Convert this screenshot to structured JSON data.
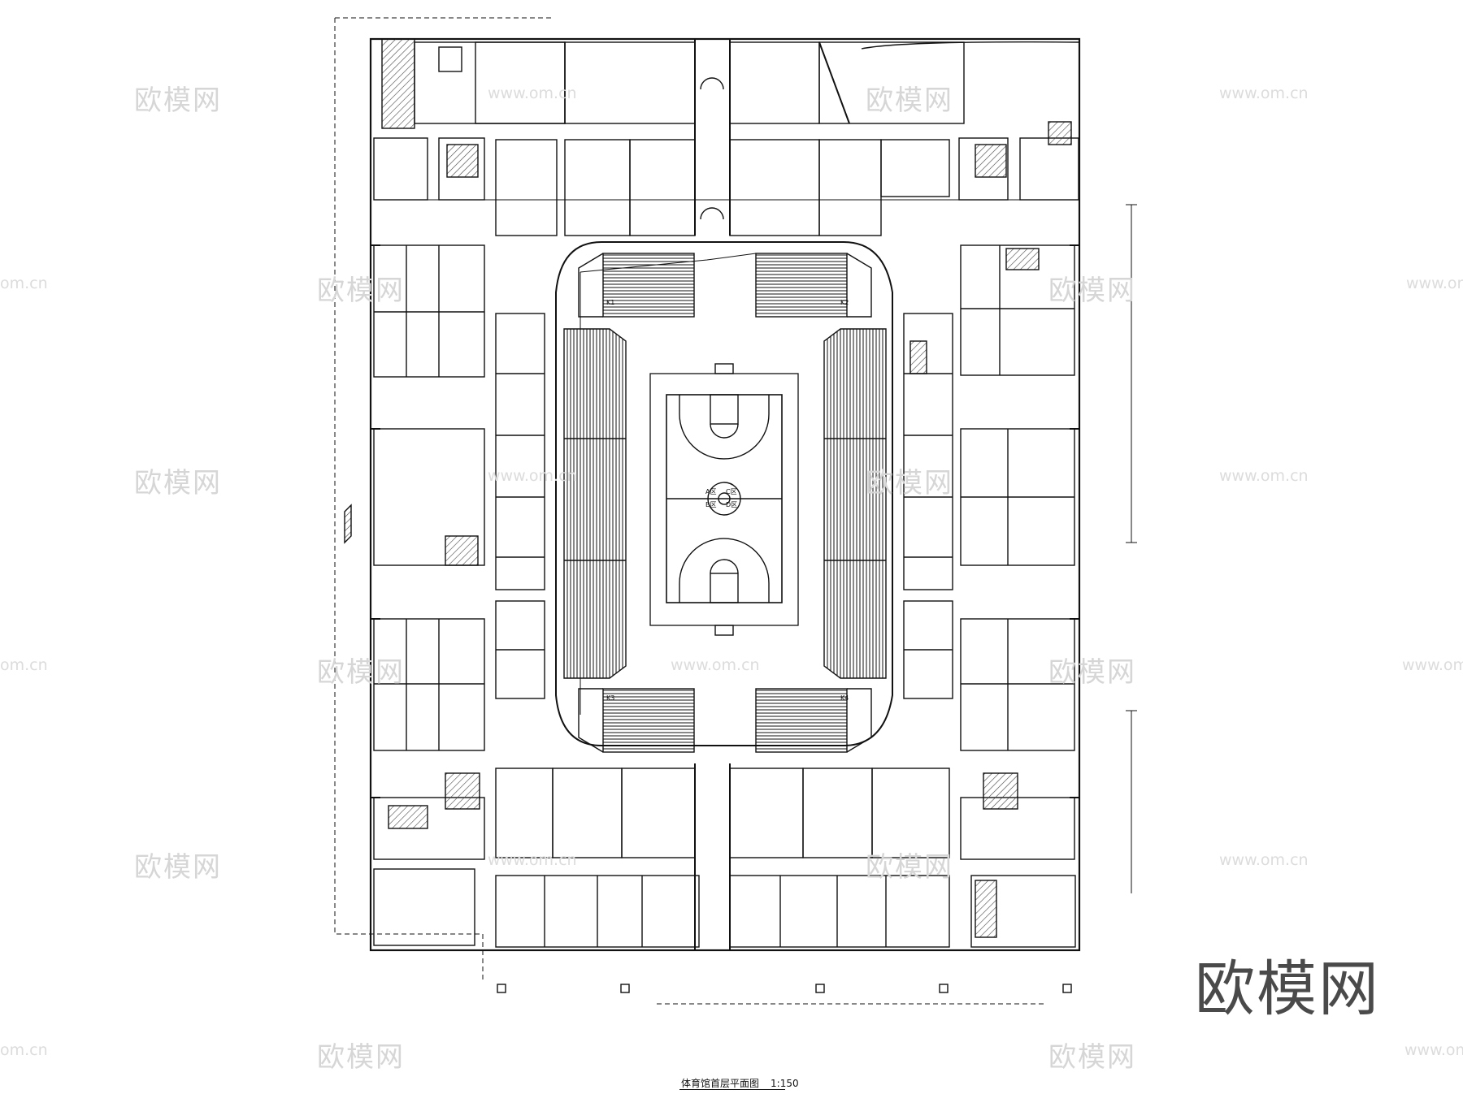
{
  "drawing": {
    "title": "体育馆首层平面图",
    "scale": "1:150"
  },
  "watermark": {
    "brand_text": "欧模网",
    "url_text": "www.om.cn",
    "url_partial": "om.cn"
  },
  "colors": {
    "line": "#111111",
    "hatch": "#555555",
    "watermark": "#d6d6d6",
    "brand": "#4a4a4a",
    "background": "#ffffff"
  },
  "zones": {
    "seating_blocks": [
      "K1",
      "K2",
      "K3",
      "K4"
    ],
    "court_labels": [
      "A区",
      "C区",
      "B区",
      "D区"
    ]
  }
}
